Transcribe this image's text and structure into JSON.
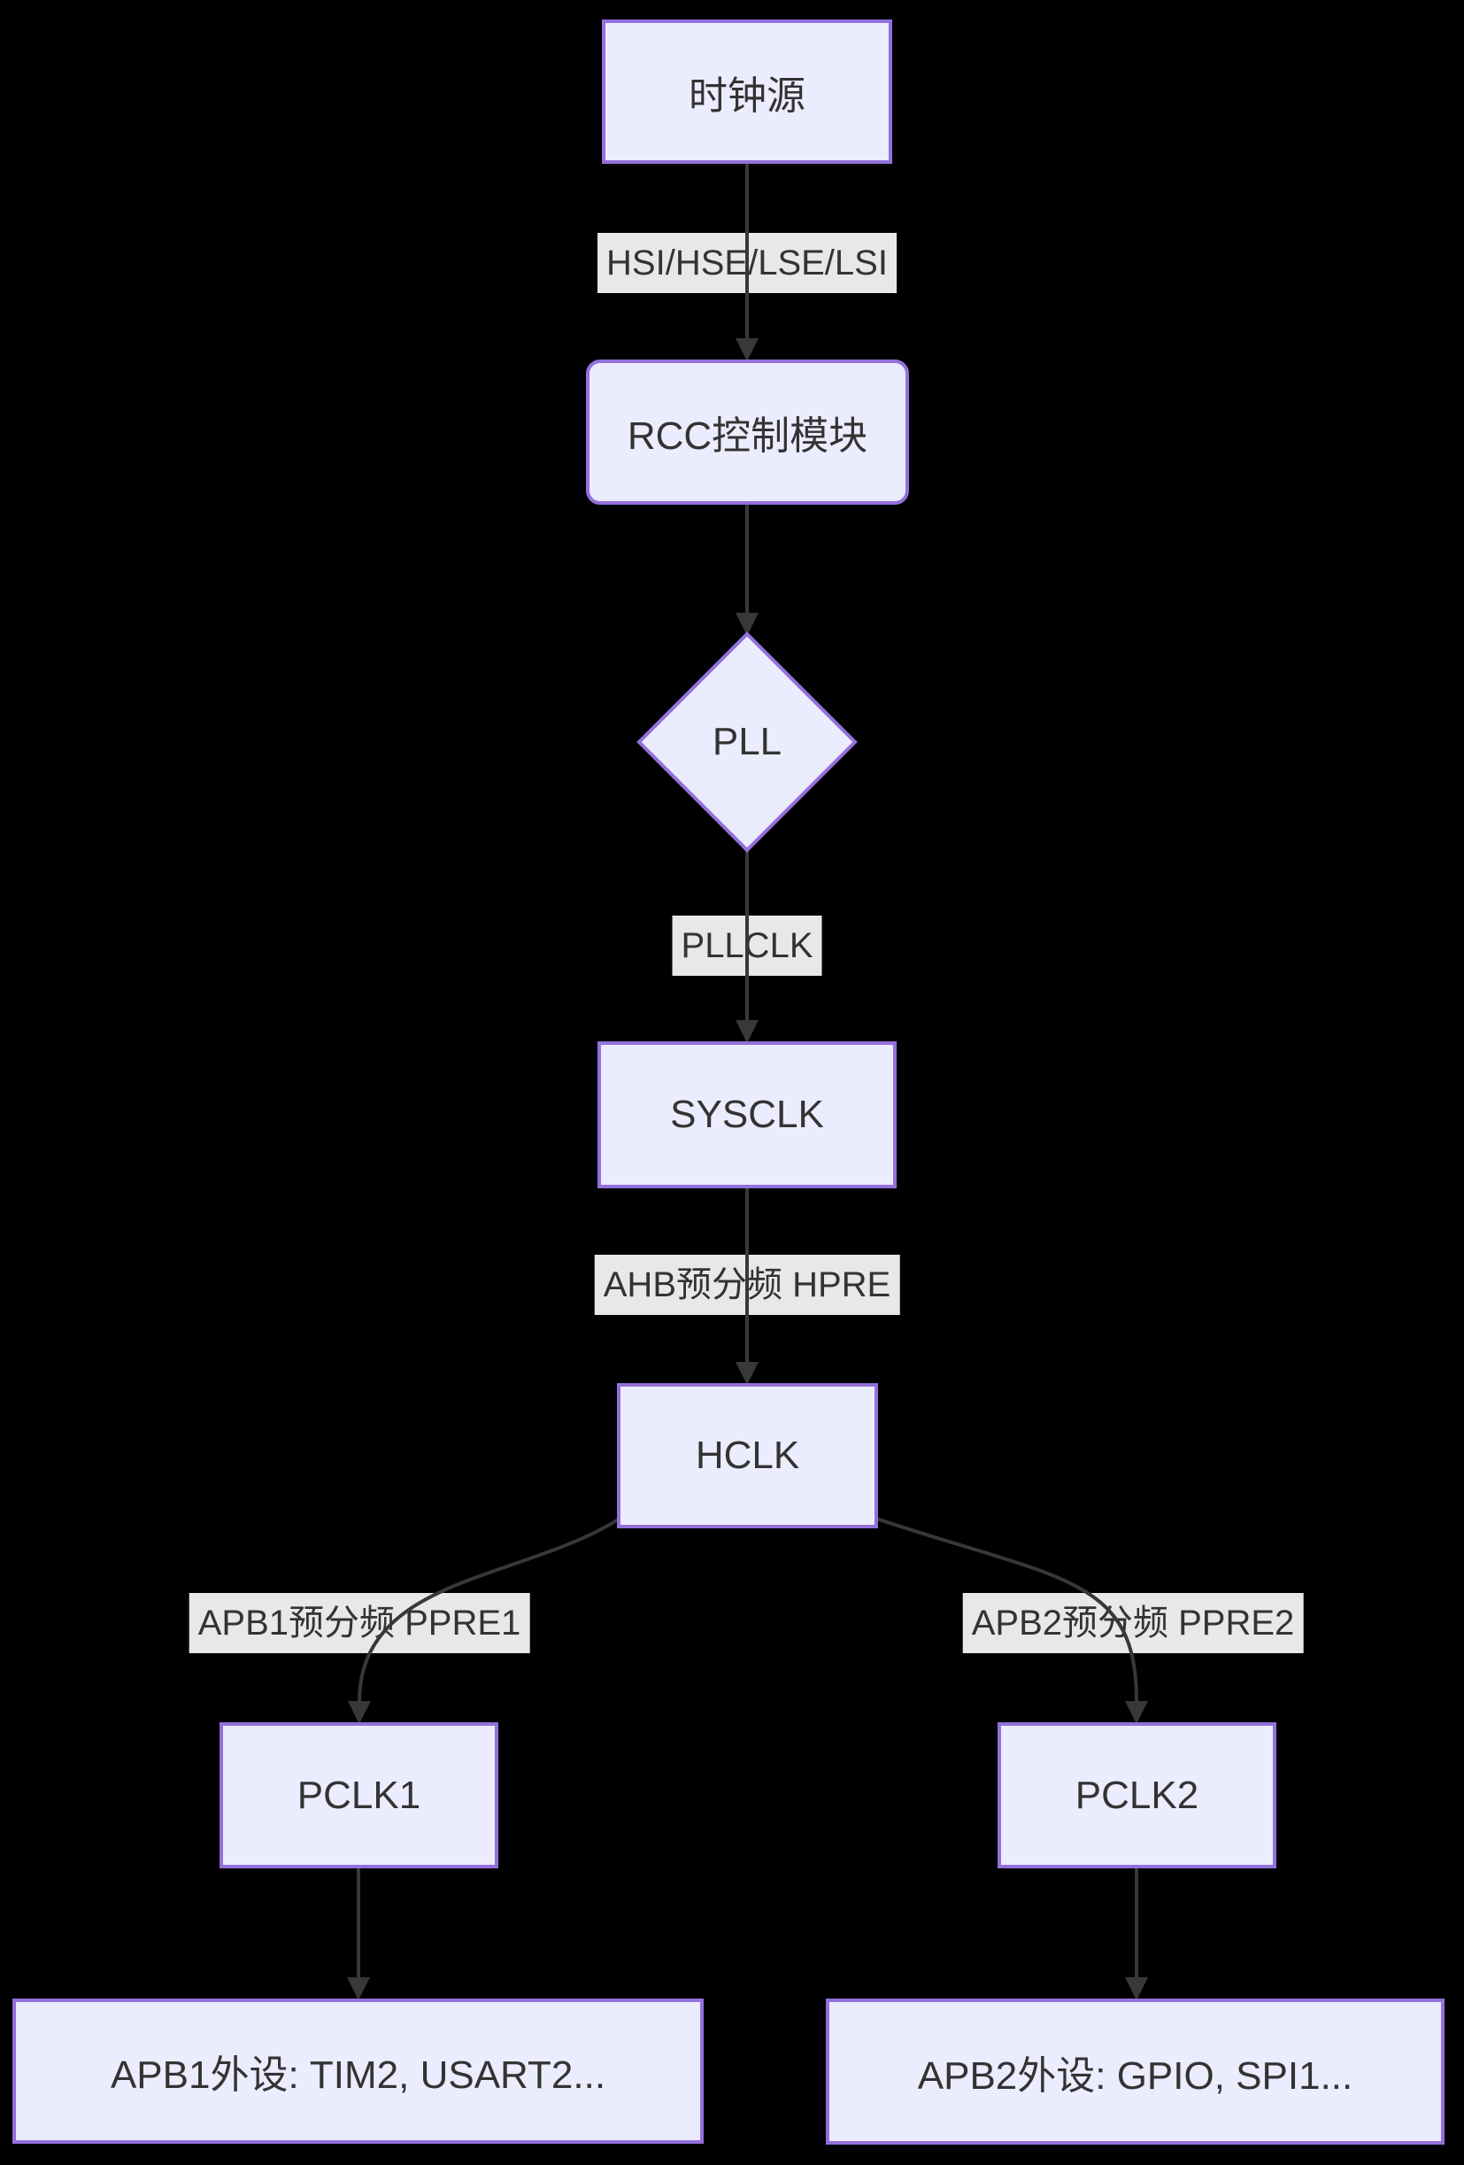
{
  "diagram": {
    "colors": {
      "canvas_bg": "#000000",
      "node_fill": "#ECECFF",
      "node_border": "#9370DB",
      "edge_color": "#383838",
      "label_bg": "#e8e8e8",
      "text_color": "#333333"
    },
    "nodes": {
      "clock_source": {
        "label": "时钟源",
        "shape": "rect"
      },
      "rcc": {
        "label": "RCC控制模块",
        "shape": "rounded-rect"
      },
      "pll": {
        "label": "PLL",
        "shape": "diamond"
      },
      "sysclk": {
        "label": "SYSCLK",
        "shape": "rect"
      },
      "hclk": {
        "label": "HCLK",
        "shape": "rect"
      },
      "pclk1": {
        "label": "PCLK1",
        "shape": "rect"
      },
      "pclk2": {
        "label": "PCLK2",
        "shape": "rect"
      },
      "apb1_periph": {
        "label": "APB1外设: TIM2, USART2...",
        "shape": "rect"
      },
      "apb2_periph": {
        "label": "APB2外设: GPIO, SPI1...",
        "shape": "rect"
      }
    },
    "edge_labels": {
      "source_to_rcc": "HSI/HSE/LSE/LSI",
      "pll_to_sysclk": "PLLCLK",
      "sysclk_to_hclk": "AHB预分频 HPRE",
      "hclk_to_pclk1": "APB1预分频 PPRE1",
      "hclk_to_pclk2": "APB2预分频 PPRE2"
    }
  }
}
